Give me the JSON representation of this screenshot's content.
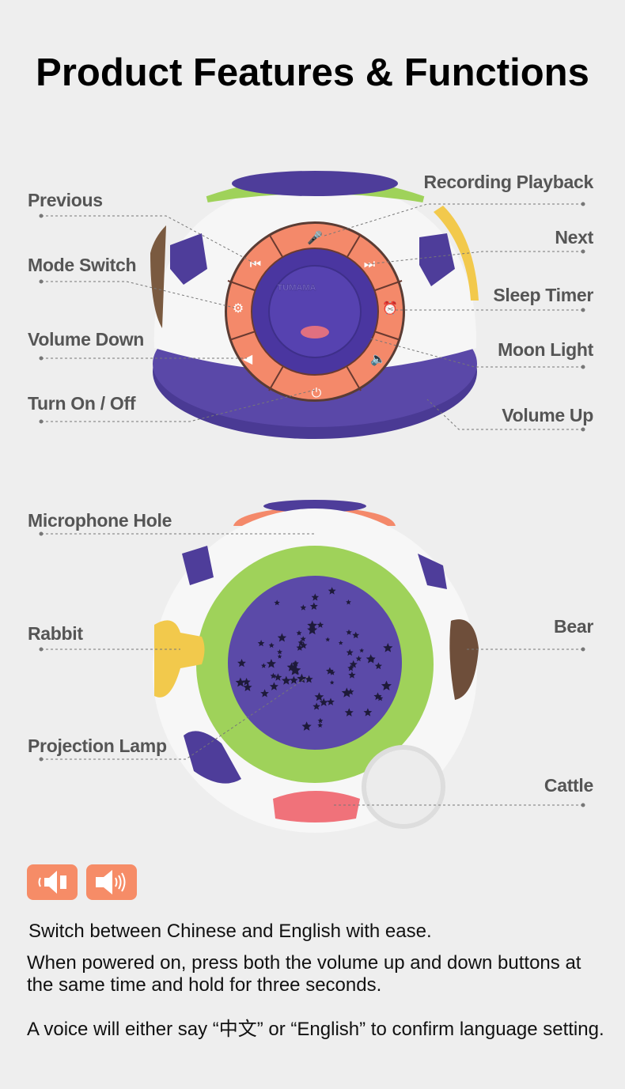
{
  "title": "Product Features & Functions",
  "top_view": {
    "labels_left": [
      "Previous",
      "Mode Switch",
      "Volume Down",
      "Turn On / Off"
    ],
    "labels_right": [
      "Recording Playback",
      "Next",
      "Sleep Timer",
      "Moon Light",
      "Volume Up"
    ],
    "brand_mark": "TUMAMA"
  },
  "bottom_view": {
    "labels_left": [
      "Microphone Hole",
      "Rabbit",
      "Projection Lamp"
    ],
    "labels_right": [
      "Bear",
      "Cattle"
    ]
  },
  "buttons": [
    {
      "icon": "volume-down-icon"
    },
    {
      "icon": "volume-up-icon"
    }
  ],
  "instructions": {
    "line1": "Switch between Chinese and English with ease.",
    "line2": "When powered on, press both the volume up and down buttons at the same time and hold for three seconds.",
    "line3": "A voice will either say “中文” or “English” to confirm language setting."
  },
  "colors": {
    "orange": "#f68c67",
    "purple": "#4e3d9a",
    "green": "#9fd25a",
    "background": "#eeeeee"
  }
}
